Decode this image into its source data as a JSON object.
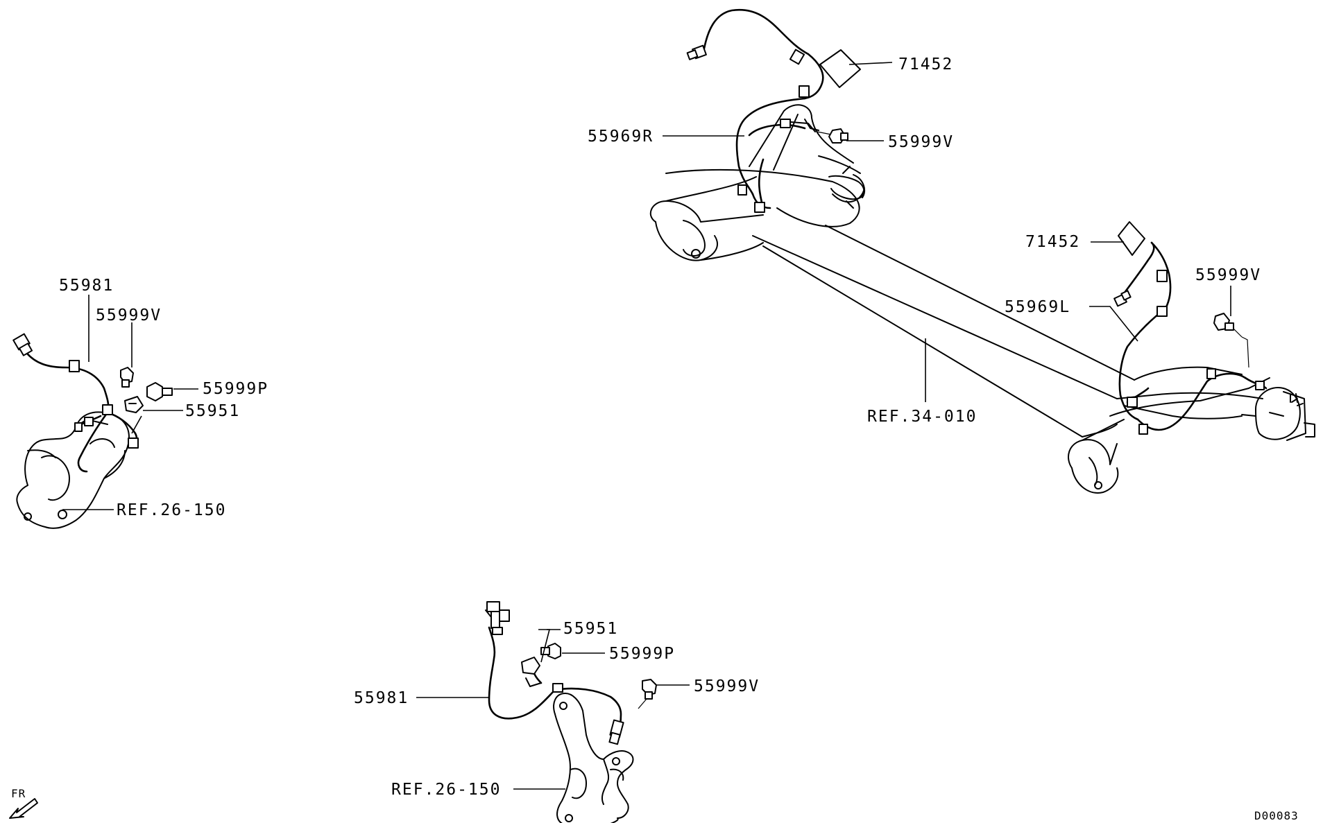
{
  "labels": {
    "rear_label_71452": "71452",
    "rear_r_harness": "55969R",
    "rear_r_bolt": "55999V",
    "rear_l_label_71452": "71452",
    "rear_l_bolt": "55999V",
    "rear_l_harness": "55969L",
    "axle_ref": "REF.34-010",
    "front_l_sensor": "55981",
    "front_l_bolt_v": "55999V",
    "front_l_bolt_p": "55999P",
    "front_l_clip": "55951",
    "front_l_knuckle_ref": "REF.26-150",
    "front_r_clip": "55951",
    "front_r_bolt_p": "55999P",
    "front_r_bolt_v": "55999V",
    "front_r_sensor": "55981",
    "front_r_knuckle_ref": "REF.26-150",
    "direction": "FR",
    "diagram_code": "D00083"
  }
}
